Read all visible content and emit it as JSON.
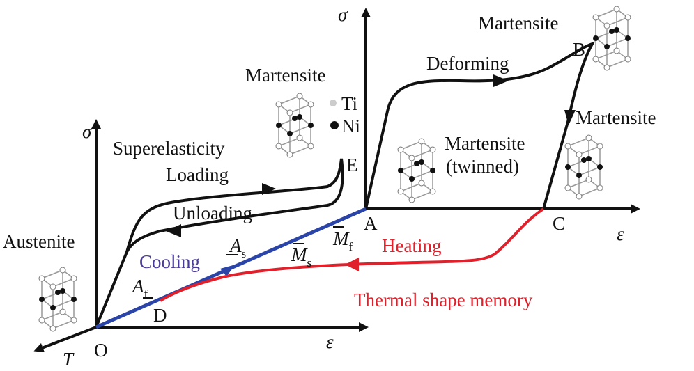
{
  "labels": {
    "sigma_left": "σ",
    "epsilon_left": "ε",
    "t_axis": "T",
    "origin": "O",
    "sigma_right": "σ",
    "epsilon_right": "ε",
    "point_a": "A",
    "point_b": "B",
    "point_c": "C",
    "point_d": "D",
    "point_e": "E",
    "martensite_e": "Martensite",
    "ti": "Ti",
    "ni": "Ni",
    "superelasticity": "Superelasticity",
    "loading": "Loading",
    "unloading": "Unloading",
    "austenite": "Austenite",
    "cooling": "Cooling",
    "heating": "Heating",
    "thermal": "Thermal shape memory",
    "as_main": "A",
    "as_sub": "s",
    "ms_main": "M",
    "ms_sub": "s",
    "mf_main": "M",
    "mf_sub": "f",
    "af_main": "A",
    "af_sub": "f",
    "deforming": "Deforming",
    "martensite_b": "Martensite",
    "martensite_c": "Martensite",
    "martensite_twinned_1": "Martensite",
    "martensite_twinned_2": "(twinned)"
  },
  "colors": {
    "cooling": "#2a44a8",
    "heating": "#e0202a",
    "cooling_text": "#4b3a9a",
    "axis": "#111111"
  }
}
